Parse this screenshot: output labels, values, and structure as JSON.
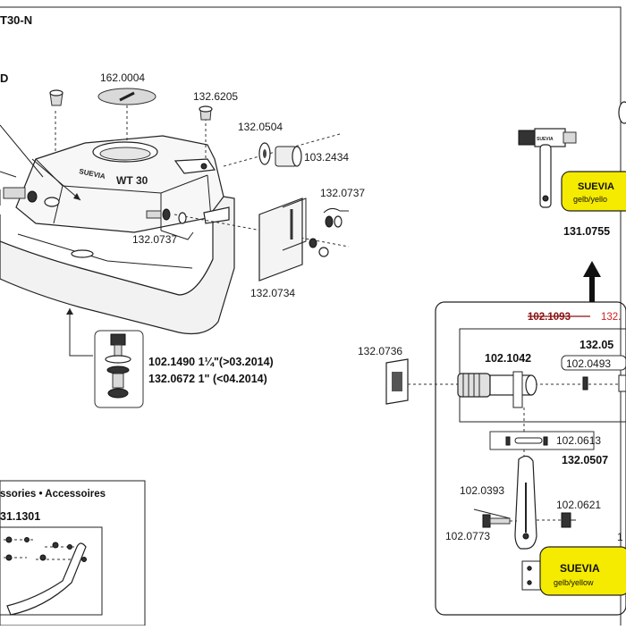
{
  "title": "T30-N",
  "corner_label": "D",
  "tank": {
    "brand": "SUEVIA",
    "model": "WT 30"
  },
  "parts": {
    "lid": "162.0004",
    "plug": "132.6205",
    "washer": "132.0504",
    "spacer": "103.2434",
    "screw_right": "132.0737",
    "screw_left": "132.0737",
    "bracket": "132.0734",
    "drain_a": "102.1490 1¼\"(>03.2014)",
    "drain_b": "132.0672 1\" (<04.2014)",
    "clamp": "132.0736",
    "valve_group_struck": "102.1093",
    "valve_group_red": "132.",
    "valve_body": "102.1042",
    "valve_right": "132.05",
    "valve_small": "102.0493",
    "pin": "102.0613",
    "lever_group": "132.0507",
    "lever": "102.0393",
    "knob": "102.0621",
    "lever_screw": "102.0773",
    "lever_top_right": "1",
    "upper_valve": "131.0755"
  },
  "yellow_labels": {
    "top": {
      "brand": "SUEVIA",
      "sub": "gelb/yello"
    },
    "bottom": {
      "brand": "SUEVIA",
      "sub": "gelb/yellow"
    }
  },
  "accessories": {
    "heading": "ssories • Accessoires",
    "part": "31.1301"
  }
}
